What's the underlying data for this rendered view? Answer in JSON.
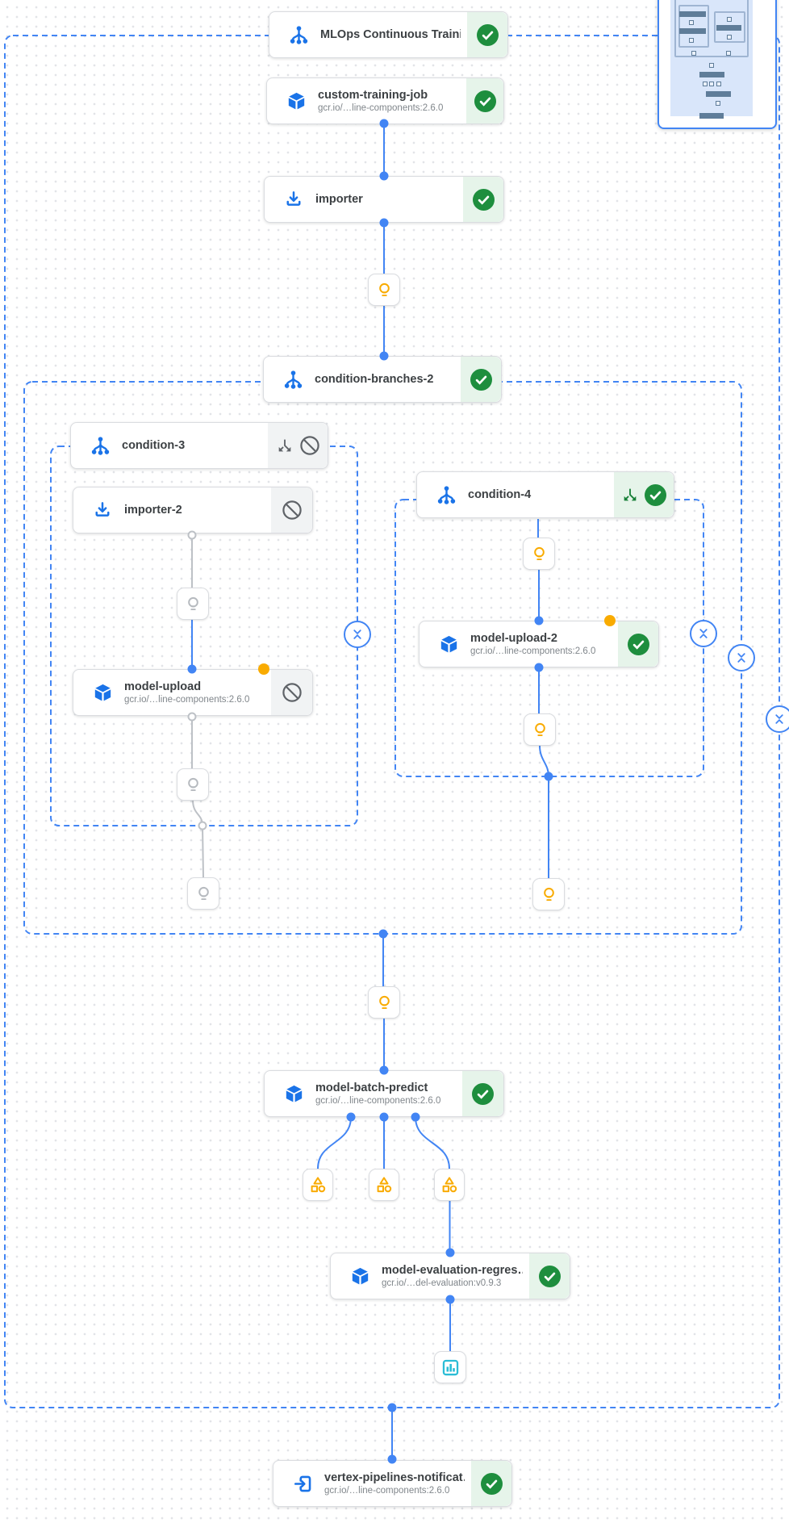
{
  "pipeline": {
    "title": "MLOps Continuous Training pipeline run graph",
    "edge_color": "#4285f4",
    "skipped_edge_color": "#bdc1c6",
    "accent_blue": "#1a73e8",
    "success_green": "#1e8e3e",
    "success_bg": "#e6f4ea",
    "skipped_bg": "#f1f3f4",
    "artifact_yellow": "#f9ab00",
    "metrics_teal": "#2bbdd6"
  },
  "nodes": [
    {
      "id": "mlops-root",
      "label": "MLOps Continuous Traini…",
      "sublabel": "",
      "icon": "condition-branch-icon",
      "status": "succeeded",
      "status_icons": [
        "check-circle"
      ]
    },
    {
      "id": "custom-training-job",
      "label": "custom-training-job",
      "sublabel": "gcr.io/…line-components:2.6.0",
      "icon": "cube-icon",
      "status": "succeeded",
      "status_icons": [
        "check-circle"
      ]
    },
    {
      "id": "importer",
      "label": "importer",
      "sublabel": "",
      "icon": "import-icon",
      "status": "succeeded",
      "status_icons": [
        "check-circle"
      ]
    },
    {
      "id": "condition-branches-2",
      "label": "condition-branches-2",
      "sublabel": "",
      "icon": "condition-branch-icon",
      "status": "succeeded",
      "status_icons": [
        "check-circle"
      ]
    },
    {
      "id": "condition-3",
      "label": "condition-3",
      "sublabel": "",
      "icon": "condition-branch-icon",
      "status": "skipped",
      "status_icons": [
        "branch-skip-icon",
        "blocked-icon"
      ]
    },
    {
      "id": "importer-2",
      "label": "importer-2",
      "sublabel": "",
      "icon": "import-icon",
      "status": "skipped",
      "status_icons": [
        "blocked-icon"
      ]
    },
    {
      "id": "model-upload",
      "label": "model-upload",
      "sublabel": "gcr.io/…line-components:2.6.0",
      "icon": "cube-icon",
      "status": "skipped",
      "status_icons": [
        "blocked-icon"
      ],
      "output_marker": true
    },
    {
      "id": "condition-4",
      "label": "condition-4",
      "sublabel": "",
      "icon": "condition-branch-icon",
      "status": "succeeded",
      "status_icons": [
        "branch-taken-icon",
        "check-circle"
      ]
    },
    {
      "id": "model-upload-2",
      "label": "model-upload-2",
      "sublabel": "gcr.io/…line-components:2.6.0",
      "icon": "cube-icon",
      "status": "succeeded",
      "status_icons": [
        "check-circle"
      ],
      "output_marker": true
    },
    {
      "id": "model-batch-predict",
      "label": "model-batch-predict",
      "sublabel": "gcr.io/…line-components:2.6.0",
      "icon": "cube-icon",
      "status": "succeeded",
      "status_icons": [
        "check-circle"
      ]
    },
    {
      "id": "model-evaluation-regression",
      "label": "model-evaluation-regres…",
      "sublabel": "gcr.io/…del-evaluation:v0.9.3",
      "icon": "cube-icon",
      "status": "succeeded",
      "status_icons": [
        "check-circle"
      ]
    },
    {
      "id": "vertex-pipelines-notification",
      "label": "vertex-pipelines-notificat…",
      "sublabel": "gcr.io/…line-components:2.6.0",
      "icon": "exit-icon",
      "status": "succeeded",
      "status_icons": [
        "check-circle"
      ]
    }
  ],
  "artifacts": [
    {
      "id": "artifact-importer-out",
      "icon": "lightbulb-icon",
      "state": "produced"
    },
    {
      "id": "artifact-importer-2-out",
      "icon": "lightbulb-icon",
      "state": "skipped"
    },
    {
      "id": "artifact-model-upload-out",
      "icon": "lightbulb-icon",
      "state": "skipped"
    },
    {
      "id": "artifact-condition-3-out",
      "icon": "lightbulb-icon",
      "state": "skipped"
    },
    {
      "id": "artifact-condition-4-in",
      "icon": "lightbulb-icon",
      "state": "produced"
    },
    {
      "id": "artifact-model-upload-2-out",
      "icon": "lightbulb-icon",
      "state": "produced"
    },
    {
      "id": "artifact-condition-4-out",
      "icon": "lightbulb-icon",
      "state": "produced"
    },
    {
      "id": "artifact-branches-out",
      "icon": "lightbulb-icon",
      "state": "produced"
    },
    {
      "id": "metrics-1",
      "icon": "category-icon",
      "state": "produced"
    },
    {
      "id": "metrics-2",
      "icon": "category-icon",
      "state": "produced"
    },
    {
      "id": "metrics-3",
      "icon": "category-icon",
      "state": "produced"
    },
    {
      "id": "evaluation-metrics",
      "icon": "bar-chart-icon",
      "state": "produced"
    }
  ],
  "groups": [
    {
      "id": "pipeline-boundary"
    },
    {
      "id": "condition-branches-2-boundary"
    },
    {
      "id": "condition-3-boundary"
    },
    {
      "id": "condition-4-boundary"
    }
  ],
  "minimap": {
    "description": "DAG overview thumbnail with viewport"
  }
}
